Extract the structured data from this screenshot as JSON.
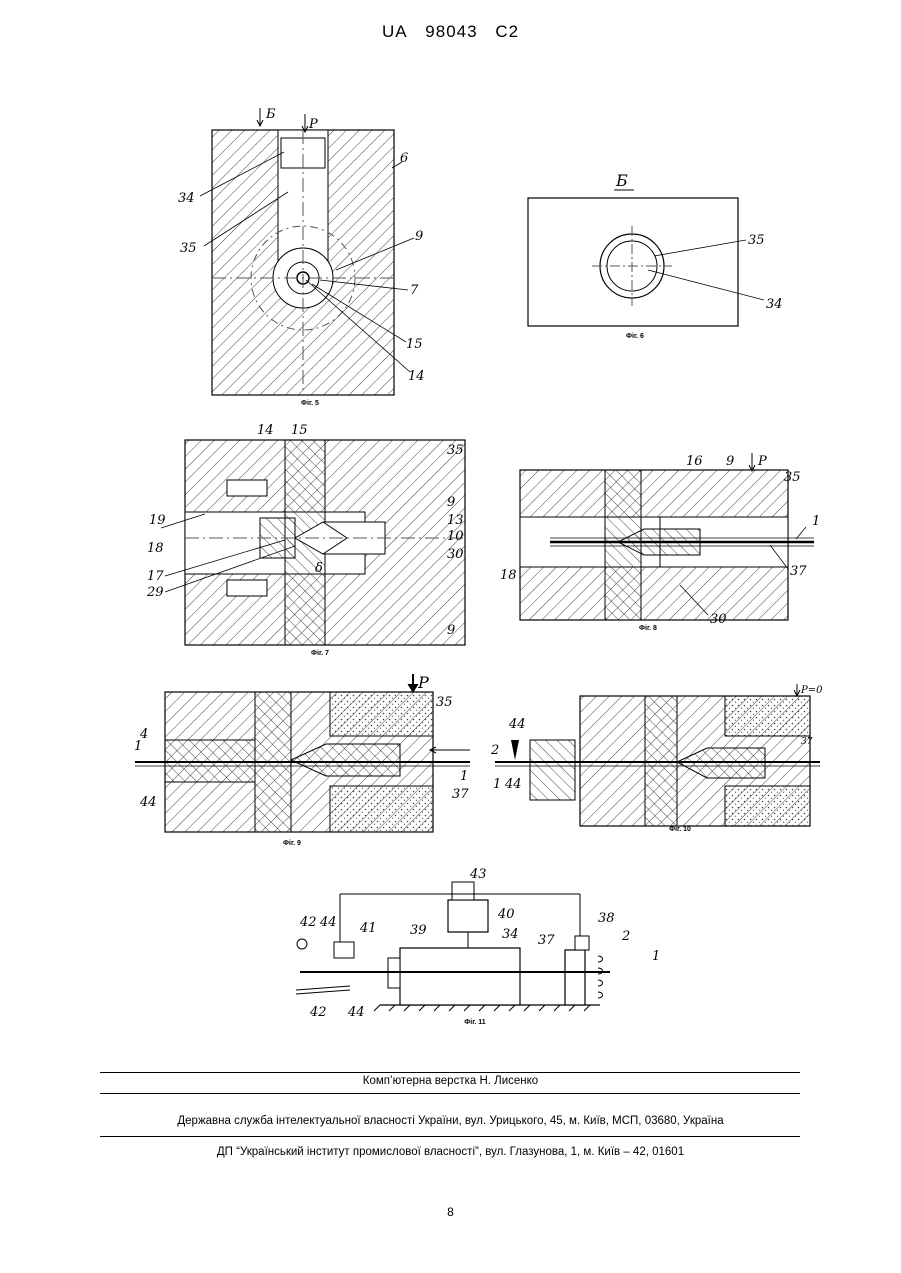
{
  "header": {
    "country": "UA",
    "number": "98043",
    "kind": "C2"
  },
  "figures": {
    "fig5": {
      "caption": "Фіг. 5",
      "labels": [
        "Б",
        "P",
        "6",
        "34",
        "35",
        "9",
        "7",
        "15",
        "14"
      ]
    },
    "fig6": {
      "caption": "Фіг. 6",
      "labels": [
        "Б",
        "35",
        "34"
      ]
    },
    "fig7": {
      "caption": "Фіг. 7",
      "labels": [
        "14",
        "15",
        "35",
        "9",
        "19",
        "13",
        "10",
        "18",
        "30",
        "17",
        "29",
        "δ",
        "9"
      ]
    },
    "fig8": {
      "caption": "Фіг. 8",
      "labels": [
        "16",
        "9",
        "P",
        "35",
        "1",
        "18",
        "37",
        "30"
      ]
    },
    "fig9": {
      "caption": "Фіг. 9",
      "labels": [
        "P",
        "35",
        "4",
        "1",
        "44",
        "1",
        "37"
      ]
    },
    "fig10": {
      "caption": "Фіг. 10",
      "labels": [
        "P=0",
        "44",
        "2",
        "1",
        "44",
        "37"
      ]
    },
    "fig11": {
      "caption": "Фіг. 11",
      "labels": [
        "43",
        "40",
        "42",
        "44",
        "41",
        "39",
        "34",
        "37",
        "38",
        "2",
        "1",
        "42",
        "44"
      ]
    }
  },
  "footer": {
    "typesetting": "Комп’ютерна верстка Н. Лисенко",
    "agency": "Державна служба інтелектуальної власності України, вул. Урицького, 45, м. Київ, МСП, 03680, Україна",
    "institute": "ДП “Український інститут промислової власності”, вул. Глазунова, 1, м. Київ – 42, 01601"
  },
  "page_number": "8"
}
